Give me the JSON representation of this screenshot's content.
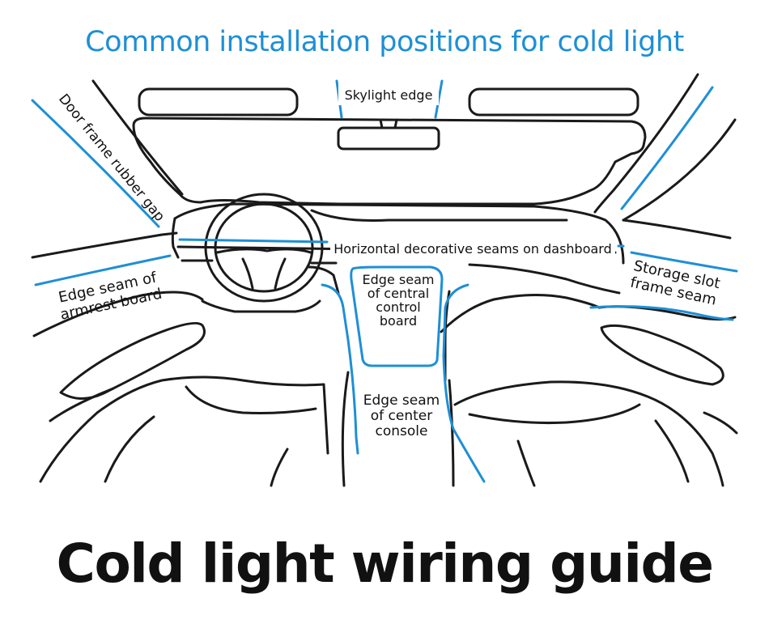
{
  "header": {
    "title": "Common installation positions for cold light"
  },
  "footer": {
    "title": "Cold light wiring guide"
  },
  "labels": {
    "skylight": "Skylight edge",
    "door_frame": "Door frame rubber gap",
    "dashboard": "Horizontal decorative seams on dashboard",
    "armrest_1": "Edge seam of",
    "armrest_2": "armrest board",
    "central_1": "Edge seam",
    "central_2": "of central",
    "central_3": "control",
    "central_4": "board",
    "storage_1": "Storage slot",
    "storage_2": "frame seam",
    "console_1": "Edge seam",
    "console_2": "of center",
    "console_3": "console"
  },
  "colors": {
    "accent": "#1e8fd6",
    "ink": "#1a1a1a"
  }
}
